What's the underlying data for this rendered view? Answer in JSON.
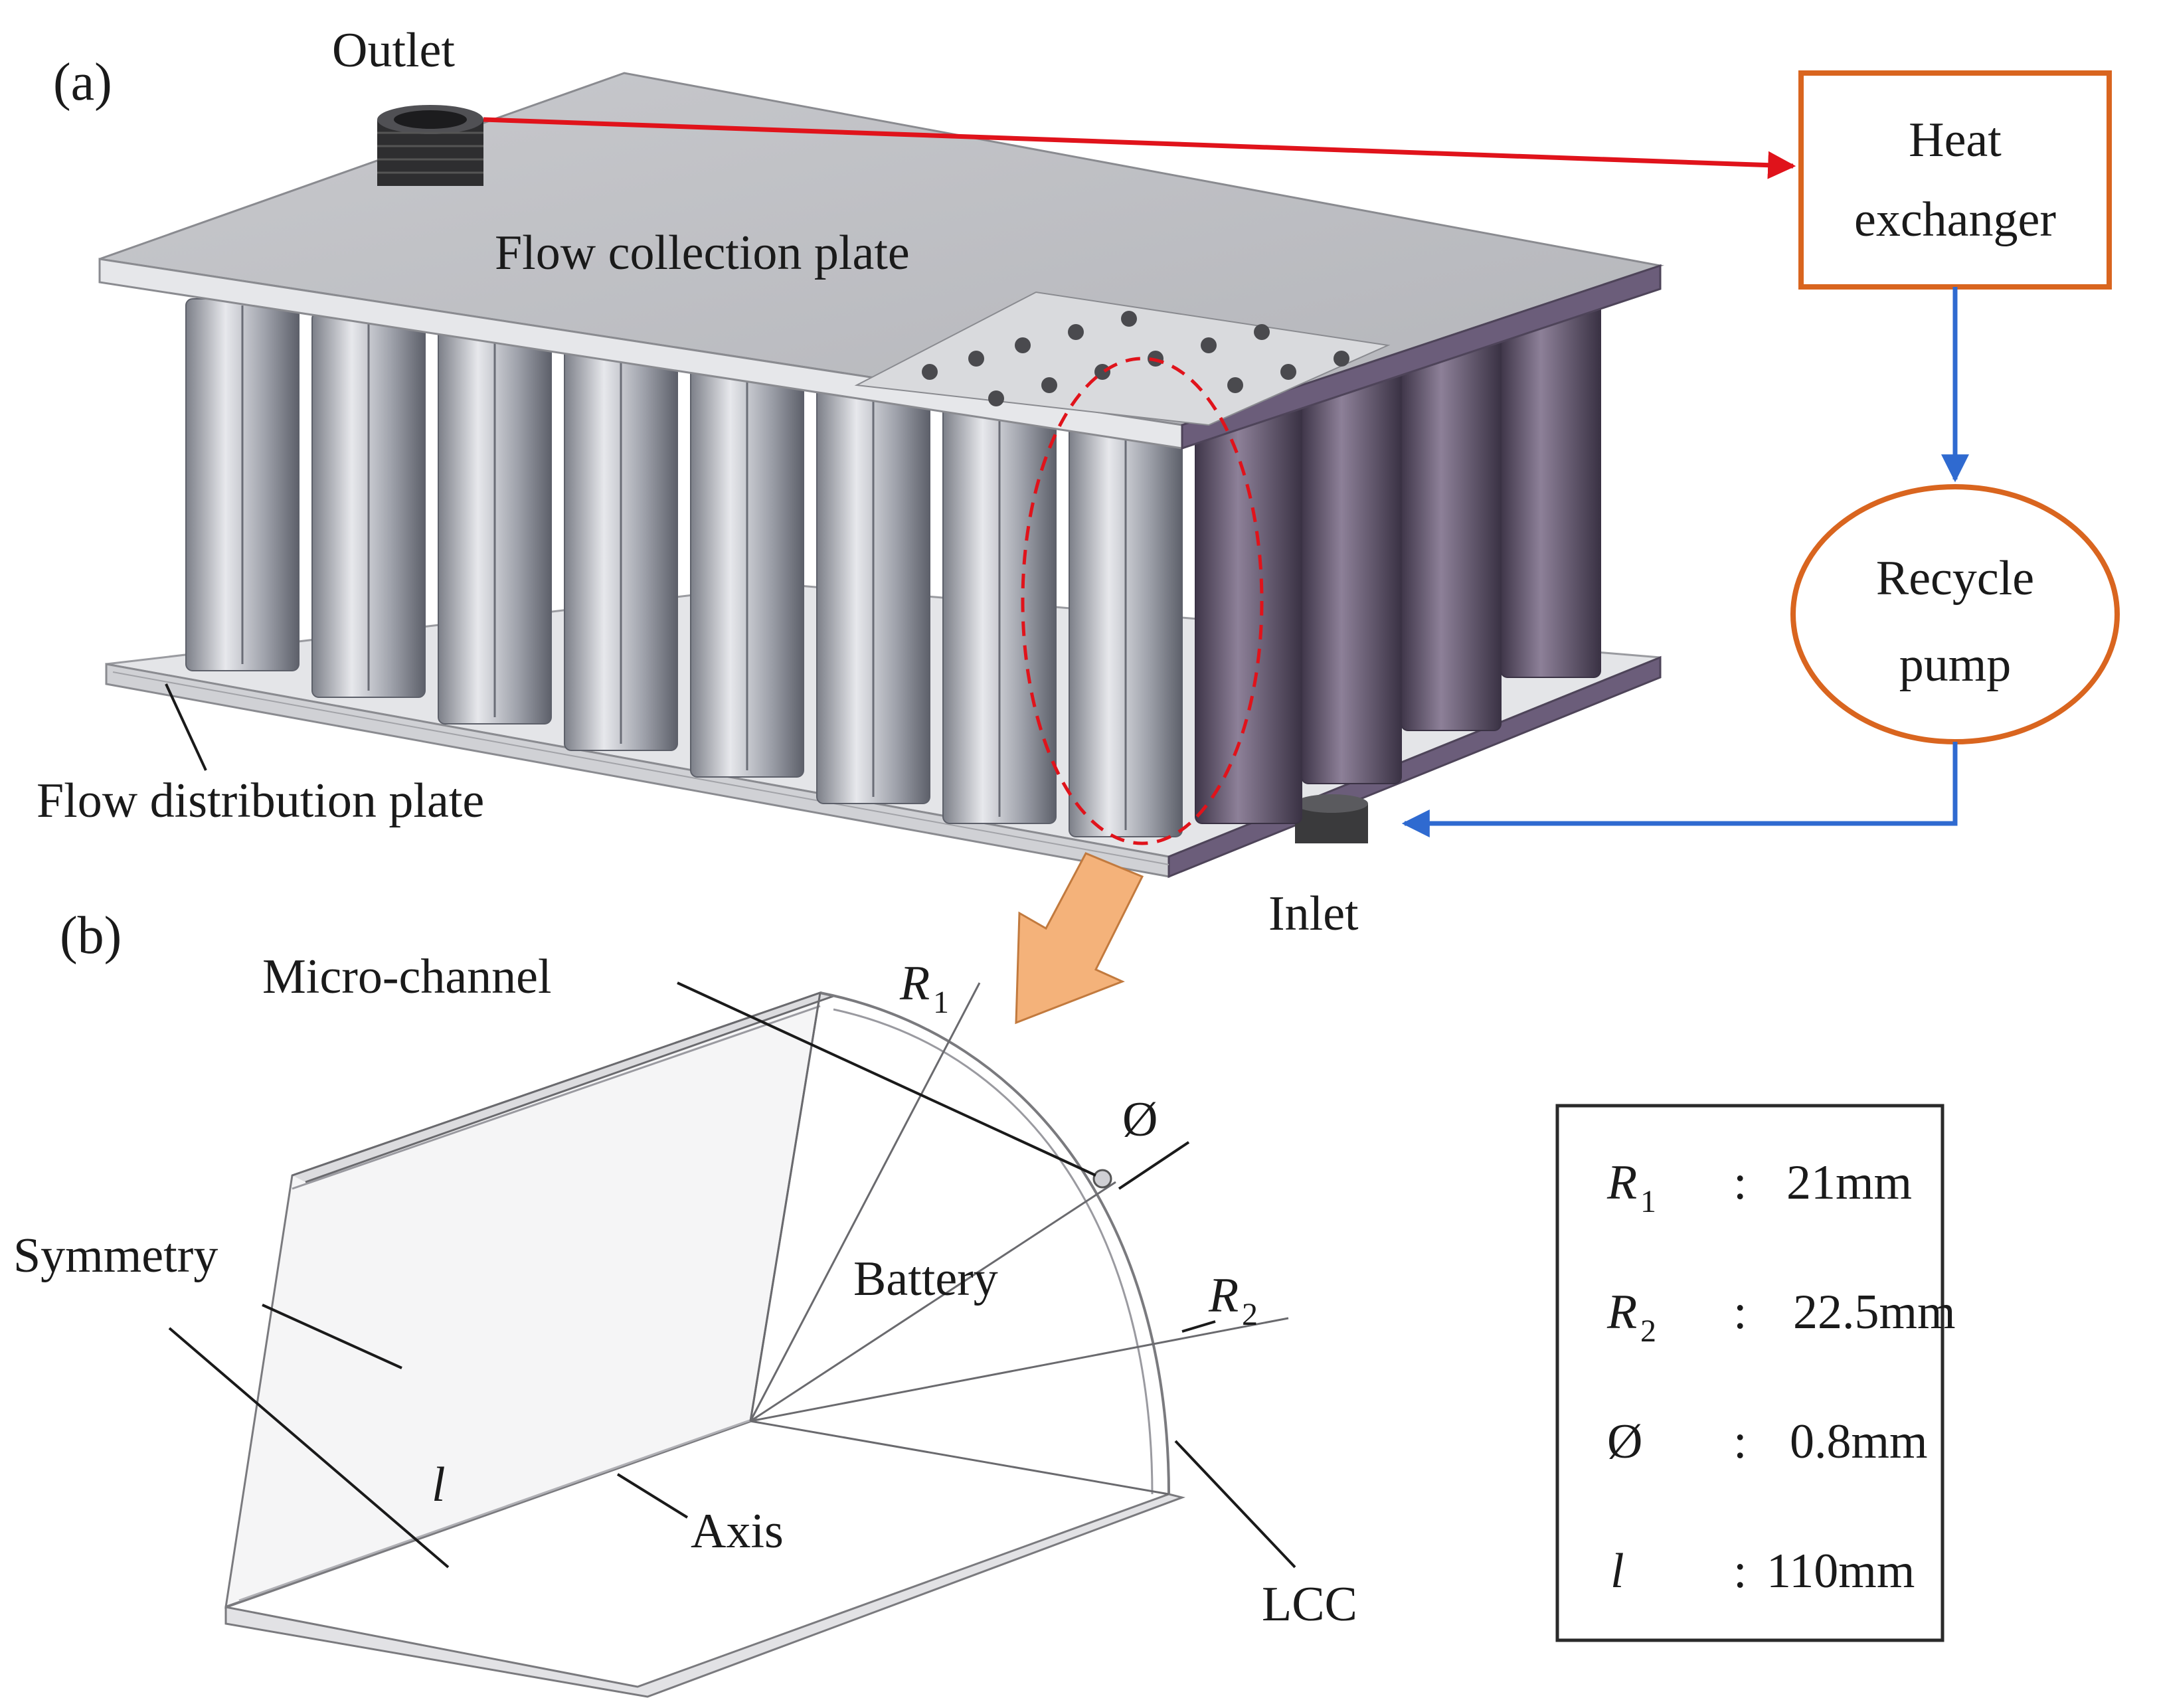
{
  "panel_a": {
    "tag": "(a)",
    "outlet": "Outlet",
    "inlet": "Inlet",
    "flow_collection_plate": "Flow collection plate",
    "flow_distribution_plate": "Flow distribution plate",
    "heat_exchanger_line1": "Heat",
    "heat_exchanger_line2": "exchanger",
    "pump_line1": "Recycle",
    "pump_line2": "pump"
  },
  "panel_b": {
    "tag": "(b)",
    "micro_channel": "Micro-channel",
    "battery": "Battery",
    "symmetry": "Symmetry",
    "axis": "Axis",
    "lcc": "LCC",
    "r1_symbol": "R",
    "r1_sub": "1",
    "r2_symbol": "R",
    "r2_sub": "2",
    "diameter_symbol": "Ø",
    "length_symbol": "l"
  },
  "parameters": [
    {
      "symbol": "R",
      "sub": "1",
      "sep": ":",
      "value": "21mm"
    },
    {
      "symbol": "R",
      "sub": "2",
      "sep": ":",
      "value": "22.5mm"
    },
    {
      "symbol": "Ø",
      "sub": "",
      "sep": ":",
      "value": "0.8mm"
    },
    {
      "symbol": "l",
      "sub": "",
      "sep": ":",
      "value": "110mm"
    }
  ],
  "colors": {
    "outlet_arrow": "#e0131b",
    "return_arrow": "#2f6ad0",
    "box_outline": "#d9651f",
    "callout_arrow": "#f4b27a",
    "highlight_dash": "#e0131b",
    "cylinder_gray": "#b9bcc4",
    "cylinder_purple": "#5a4e68"
  }
}
